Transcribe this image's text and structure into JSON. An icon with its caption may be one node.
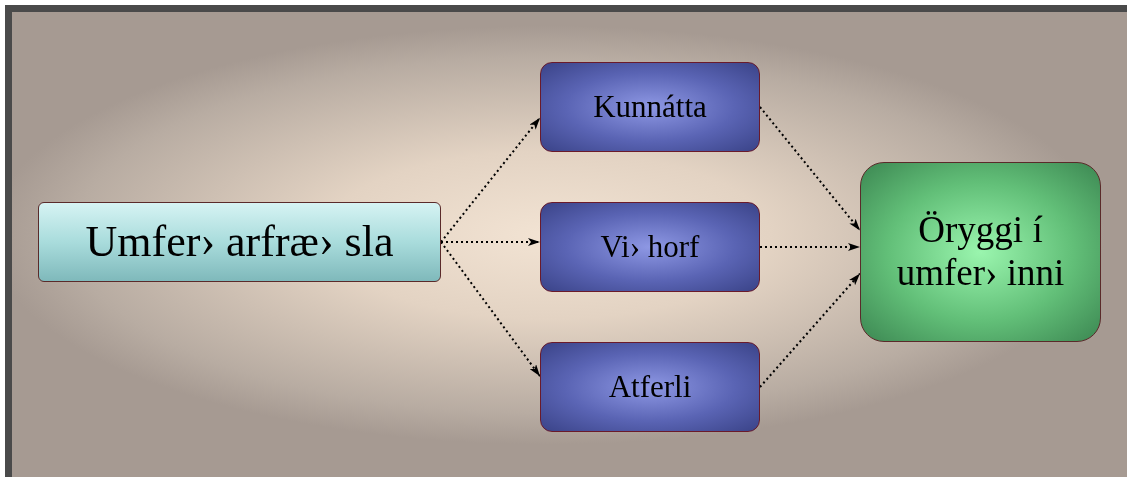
{
  "diagram": {
    "nodes": [
      {
        "text": [
          "Umfer› arfræ› sla"
        ]
      },
      {
        "text": [
          "Kunnátta"
        ]
      },
      {
        "text": [
          "Vi› horf"
        ]
      },
      {
        "text": [
          "Atferli"
        ]
      },
      {
        "text": [
          "Öryggi í umfer› inni"
        ]
      }
    ],
    "edges": [
      {
        "from": 0,
        "to": 1,
        "arrow": "to"
      },
      {
        "from": 0,
        "to": 2,
        "arrow": "to"
      },
      {
        "from": 0,
        "to": 3,
        "arrow": "to"
      },
      {
        "from": 1,
        "to": 4,
        "arrow": "to"
      },
      {
        "from": 2,
        "to": 4,
        "arrow": "to"
      },
      {
        "from": 3,
        "to": 4,
        "arrow": "to"
      }
    ]
  }
}
